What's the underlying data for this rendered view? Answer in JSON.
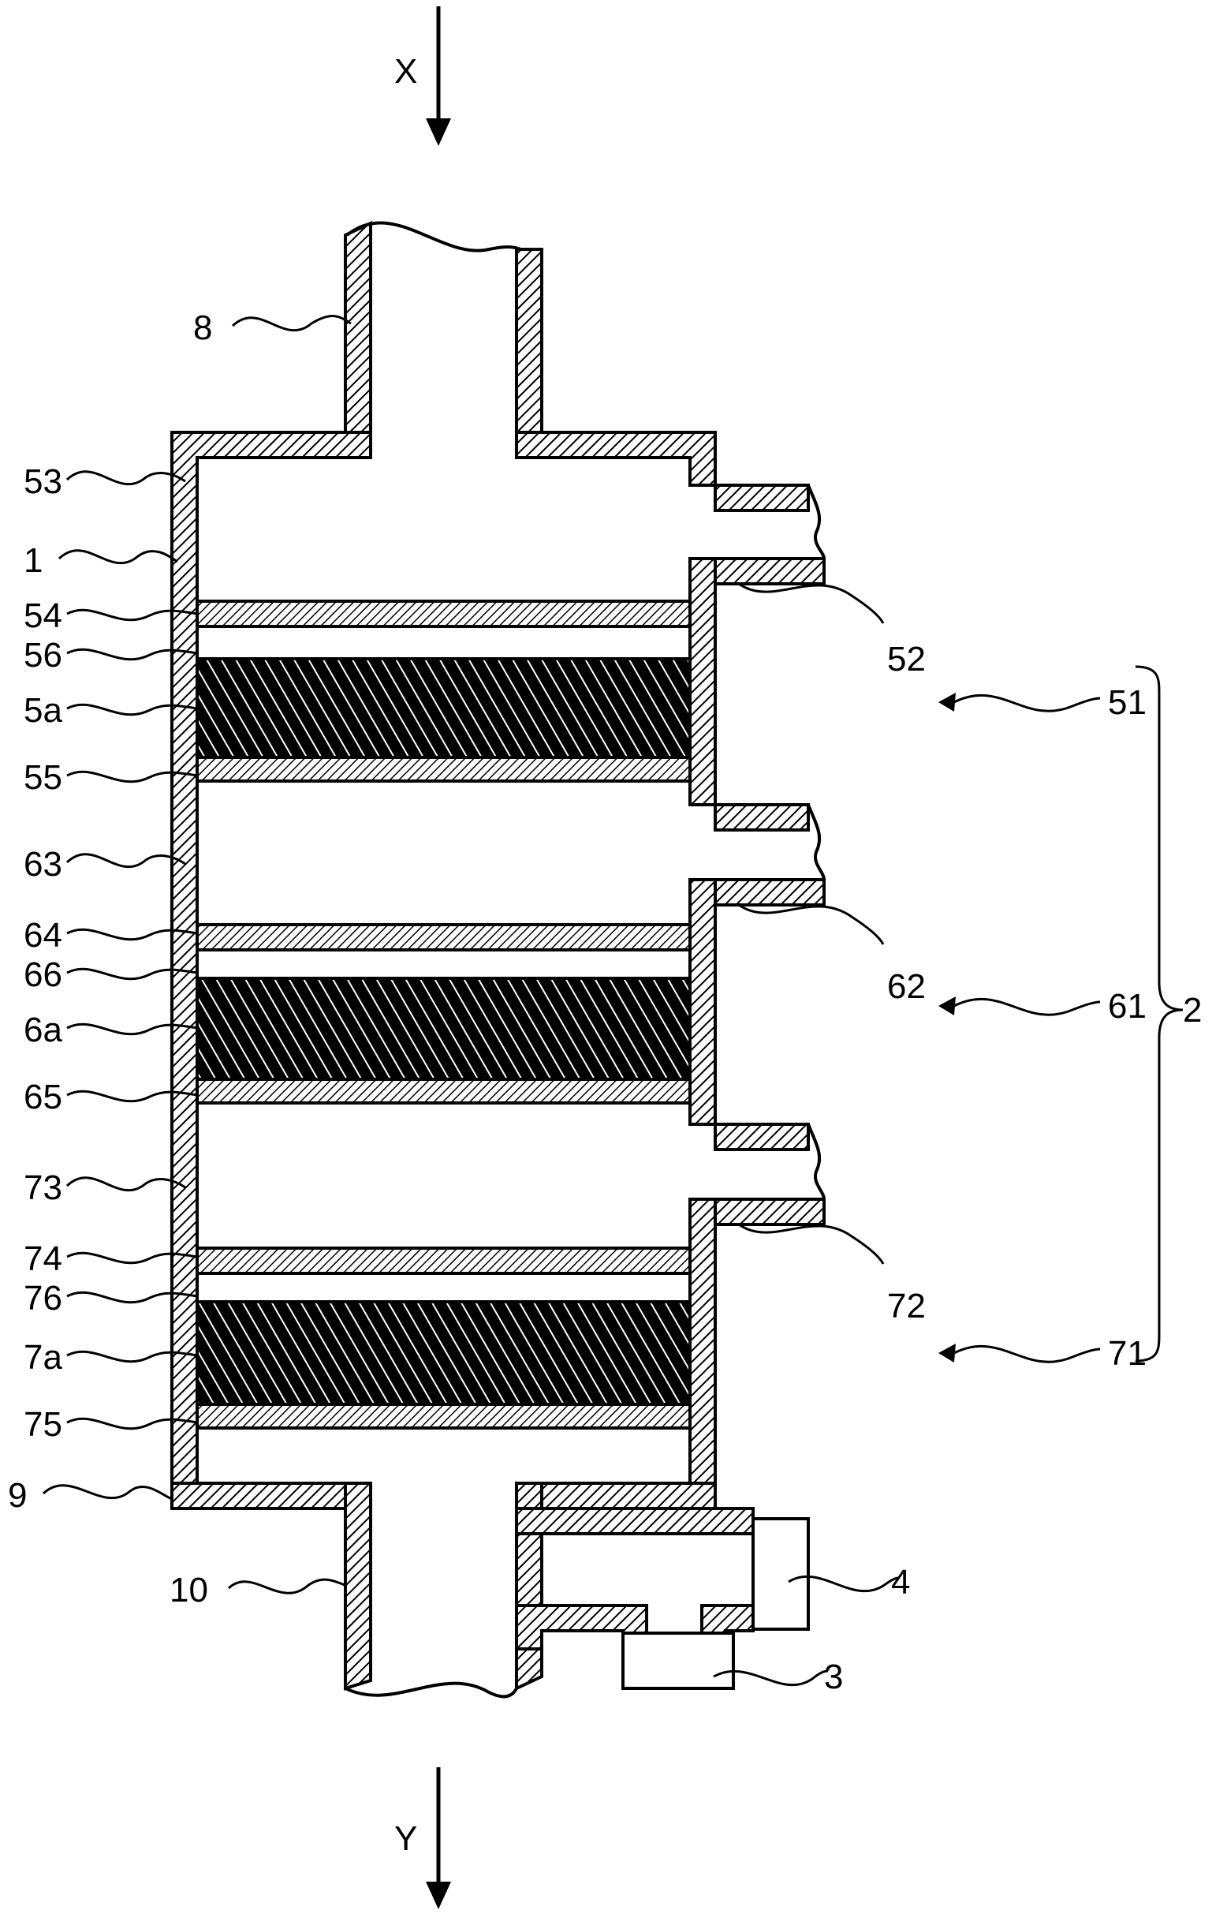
{
  "flow": {
    "inlet_label": "X",
    "outlet_label": "Y"
  },
  "labels": {
    "l8": "8",
    "l53": "53",
    "l1": "1",
    "l54": "54",
    "l56": "56",
    "l5a": "5a",
    "l55": "55",
    "l63": "63",
    "l64": "64",
    "l66": "66",
    "l6a": "6a",
    "l65": "65",
    "l73": "73",
    "l74": "74",
    "l76": "76",
    "l7a": "7a",
    "l75": "75",
    "l9": "9",
    "l10": "10",
    "l52": "52",
    "l51": "51",
    "l62": "62",
    "l61": "61",
    "l72": "72",
    "l71": "71",
    "l2": "2",
    "l4": "4",
    "l3": "3"
  },
  "colors": {
    "line": "#000000",
    "background": "#ffffff"
  }
}
